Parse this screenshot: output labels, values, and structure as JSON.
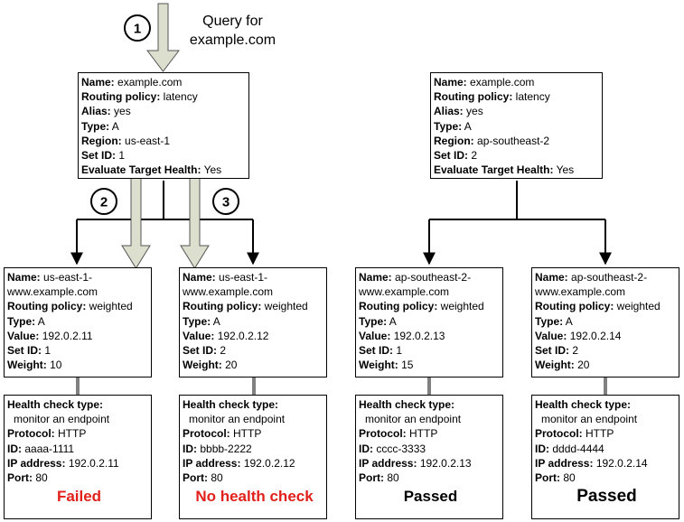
{
  "query_label": "Query for example.com",
  "steps": [
    "1",
    "2",
    "3"
  ],
  "colors": {
    "failed": "#e2211c",
    "passed": "#000000",
    "flow_arrow_fill": "#dcdfce",
    "flow_arrow_stroke": "#555555",
    "connector": "#808080"
  },
  "latency_records": [
    {
      "name": "example.com",
      "routing_policy": "latency",
      "alias": "yes",
      "type": "A",
      "region": "us-east-1",
      "set_id": "1",
      "evaluate_target_health": "Yes"
    },
    {
      "name": "example.com",
      "routing_policy": "latency",
      "alias": "yes",
      "type": "A",
      "region": "ap-southeast-2",
      "set_id": "2",
      "evaluate_target_health": "Yes"
    }
  ],
  "labels": {
    "name": "Name:",
    "routing_policy": "Routing policy:",
    "alias": "Alias:",
    "type": "Type:",
    "region": "Region:",
    "set_id": "Set ID:",
    "evaluate_target_health": "Evaluate Target Health:",
    "value": "Value:",
    "weight": "Weight:",
    "health_check_type": "Health check type:",
    "protocol": "Protocol:",
    "id": "ID:",
    "ip_address": "IP address:",
    "port": "Port:"
  },
  "weighted_records": [
    {
      "name": "us-east-1-www.example.com",
      "routing_policy": "weighted",
      "type": "A",
      "value": "192.0.2.11",
      "set_id": "1",
      "weight": "10"
    },
    {
      "name": "us-east-1-www.example.com",
      "routing_policy": "weighted",
      "type": "A",
      "value": "192.0.2.12",
      "set_id": "2",
      "weight": "20"
    },
    {
      "name": "ap-southeast-2-www.example.com",
      "routing_policy": "weighted",
      "type": "A",
      "value": "192.0.2.13",
      "set_id": "1",
      "weight": "15"
    },
    {
      "name": "ap-southeast-2-www.example.com",
      "routing_policy": "weighted",
      "type": "A",
      "value": "192.0.2.14",
      "set_id": "2",
      "weight": "20"
    }
  ],
  "health_checks": [
    {
      "type": "monitor an endpoint",
      "protocol": "HTTP",
      "id": "aaaa-1111",
      "ip_address": "192.0.2.11",
      "port": "80",
      "status": "Failed"
    },
    {
      "type": "monitor an endpoint",
      "protocol": "HTTP",
      "id": "bbbb-2222",
      "ip_address": "192.0.2.12",
      "port": "80",
      "status": "No health check"
    },
    {
      "type": "monitor an endpoint",
      "protocol": "HTTP",
      "id": "cccc-3333",
      "ip_address": "192.0.2.13",
      "port": "80",
      "status": "Passed"
    },
    {
      "type": "monitor an endpoint",
      "protocol": "HTTP",
      "id": "dddd-4444",
      "ip_address": "192.0.2.14",
      "port": "80",
      "status": "Passed"
    }
  ]
}
